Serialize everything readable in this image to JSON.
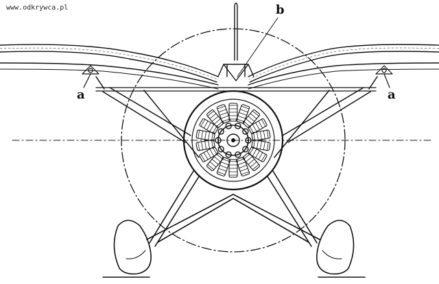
{
  "watermark": "www.odkrywca.pl",
  "labels": {
    "b": "b",
    "a_left": "a",
    "a_right": "a"
  }
}
